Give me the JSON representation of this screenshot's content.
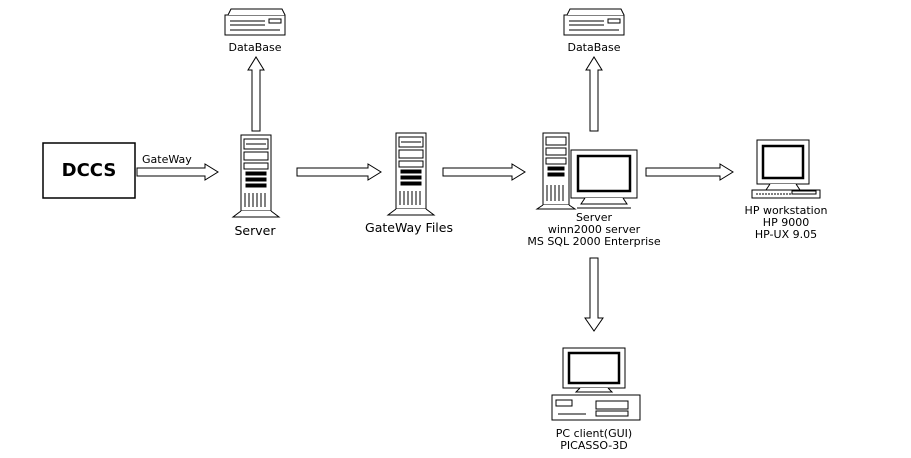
{
  "nodes": {
    "dccs": {
      "label": "DCCS"
    },
    "gateway_link": {
      "label": "GateWay"
    },
    "server1": {
      "label": "Server"
    },
    "database1": {
      "label": "DataBase"
    },
    "gateway_files": {
      "label": "GateWay Files"
    },
    "server2": {
      "lines": [
        "Server",
        "winn2000 server",
        "MS SQL 2000 Enterprise"
      ]
    },
    "database2": {
      "label": "DataBase"
    },
    "hp_workstation": {
      "lines": [
        "HP workstation",
        "HP 9000",
        "HP-UX 9.05"
      ]
    },
    "pc_client": {
      "lines": [
        "PC client(GUI)",
        "PICASSO-3D"
      ]
    }
  },
  "colors": {
    "stroke": "#000000",
    "fill": "#ffffff"
  },
  "icons": [
    "database-icon",
    "server-tower-icon",
    "monitor-icon",
    "workstation-icon",
    "desktop-pc-icon"
  ]
}
